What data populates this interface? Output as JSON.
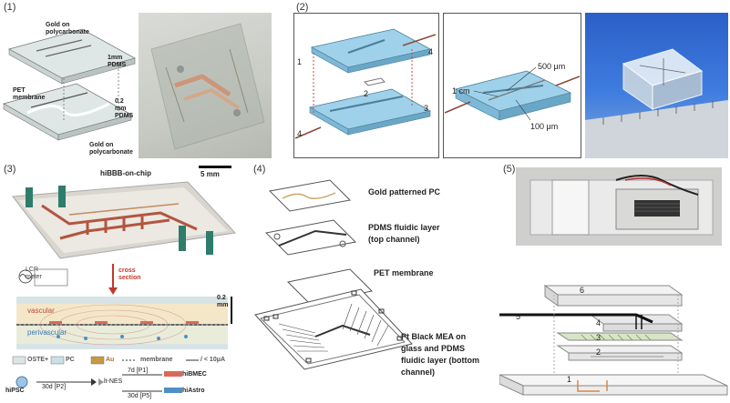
{
  "panels": {
    "p1": {
      "label": "(1)",
      "gold_top": "Gold on\npolycarbonate",
      "pdms": "1mm\nPDMS",
      "pet": "PET\nmembrane",
      "pdms2": "0.2\nmm\nPDMS",
      "gold_bottom": "Gold on\npolycarbonate"
    },
    "p2": {
      "label": "(2)",
      "n1": "1",
      "n2": "2",
      "n3": "3",
      "n4a": "4",
      "n4b": "4",
      "cm": "1 cm",
      "um500": "500 μm",
      "um100": "100 μm"
    },
    "p3": {
      "label": "(3)",
      "title": "hiBBB-on-chip",
      "scale": "5 mm",
      "lcr": "LCR\nmeter",
      "cross": "cross\nsection",
      "mm02": "0.2\nmm",
      "vascular": "vascular",
      "perivascular": "perivascular",
      "legend": [
        "OSTE+",
        "PC",
        "Au",
        "membrane",
        "/ < 10μA"
      ],
      "hipsc": "hiPSC",
      "itnes": "lt-NES",
      "d30p2": "30d [P2]",
      "d7p1": "7d [P1]",
      "d30p5": "30d [P5]",
      "hibmec": "hiBMEC",
      "hiastro": "hiAstro"
    },
    "p4": {
      "label": "(4)",
      "l1": "Gold patterned PC",
      "l2": "PDMS fluidic layer\n(top channel)",
      "l3": "PET membrane",
      "l4": "Pt Black MEA on\nglass and PDMS\nfluidic layer (bottom\nchannel)"
    },
    "p5": {
      "label": "(5)",
      "nums": [
        "1",
        "2",
        "3",
        "4",
        "5",
        "6"
      ]
    }
  }
}
